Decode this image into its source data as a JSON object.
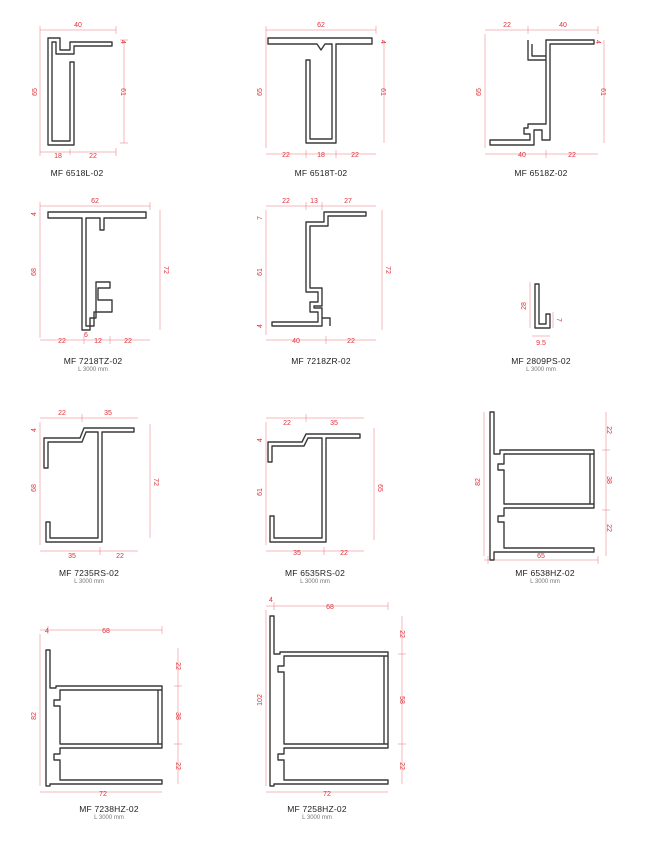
{
  "colors": {
    "outline": "#3a3a3a",
    "dimension": "#e0303a"
  },
  "profiles": [
    {
      "name": "MF 6518L-02",
      "length": "",
      "dims": [
        "40",
        "65",
        "4",
        "61",
        "18",
        "22"
      ]
    },
    {
      "name": "MF 6518T-02",
      "length": "",
      "dims": [
        "62",
        "65",
        "4",
        "61",
        "22",
        "18",
        "22"
      ]
    },
    {
      "name": "MF 6518Z-02",
      "length": "",
      "dims": [
        "22",
        "40",
        "65",
        "4",
        "61",
        "40",
        "22"
      ]
    },
    {
      "name": "MF 7218TZ-02",
      "length": "L 3000 mm",
      "dims": [
        "62",
        "4",
        "68",
        "72",
        "6",
        "22",
        "12",
        "22"
      ]
    },
    {
      "name": "MF 7218ZR-02",
      "length": "",
      "dims": [
        "22",
        "13",
        "27",
        "7",
        "61",
        "72",
        "4",
        "40",
        "22"
      ]
    },
    {
      "name": "MF 2809PS-02",
      "length": "L 3000 mm",
      "dims": [
        "28",
        "7",
        "9.5"
      ]
    },
    {
      "name": "MF 7235RS-02",
      "length": "L 3000 mm",
      "dims": [
        "22",
        "35",
        "4",
        "68",
        "72",
        "35",
        "22"
      ]
    },
    {
      "name": "MF 6535RS-02",
      "length": "L 3000 mm",
      "dims": [
        "22",
        "35",
        "4",
        "61",
        "65",
        "35",
        "22"
      ]
    },
    {
      "name": "MF 6538HZ-02",
      "length": "L 3000 mm",
      "dims": [
        "82",
        "22",
        "38",
        "22",
        "65"
      ]
    },
    {
      "name": "MF 7238HZ-02",
      "length": "L 3000 mm",
      "dims": [
        "4",
        "68",
        "82",
        "22",
        "38",
        "22",
        "72"
      ]
    },
    {
      "name": "MF 7258HZ-02",
      "length": "L 3000 mm",
      "dims": [
        "4",
        "68",
        "102",
        "22",
        "58",
        "22",
        "72"
      ]
    }
  ]
}
